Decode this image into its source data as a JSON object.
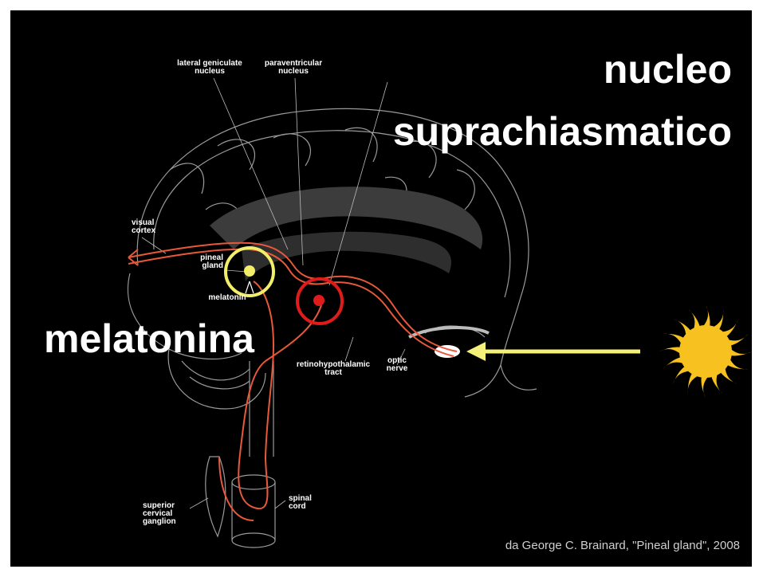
{
  "title": {
    "line1": "nucleo",
    "line2": "suprachiasmatico"
  },
  "callout": "melatonina",
  "labels": {
    "lateral_geniculate": "lateral geniculate\nnucleus",
    "paraventricular": "paraventricular\nnucleus",
    "visual_cortex": "visual\ncortex",
    "pineal_gland": "pineal\ngland",
    "melatonin": "melatonin",
    "retinohypothalamic": "retinohypothalamic\ntract",
    "optic_nerve": "optic\nnerve",
    "superior_cervical": "superior\ncervical\nganglion",
    "spinal_cord": "spinal\ncord"
  },
  "credit": "da George C. Brainard, \"Pineal gland\", 2008",
  "colors": {
    "background": "#000000",
    "pathway": "#e8583a",
    "pineal_circle": "#f2ee6a",
    "scn_circle": "#e01b1b",
    "sun": "#f7c21f",
    "light_arrow": "#f4f17a",
    "brain_outline": "#9a9a9a",
    "brain_fill": "#3c3c3c"
  },
  "icons": {
    "sun": "sun-icon",
    "arrow": "arrow-left-icon"
  }
}
